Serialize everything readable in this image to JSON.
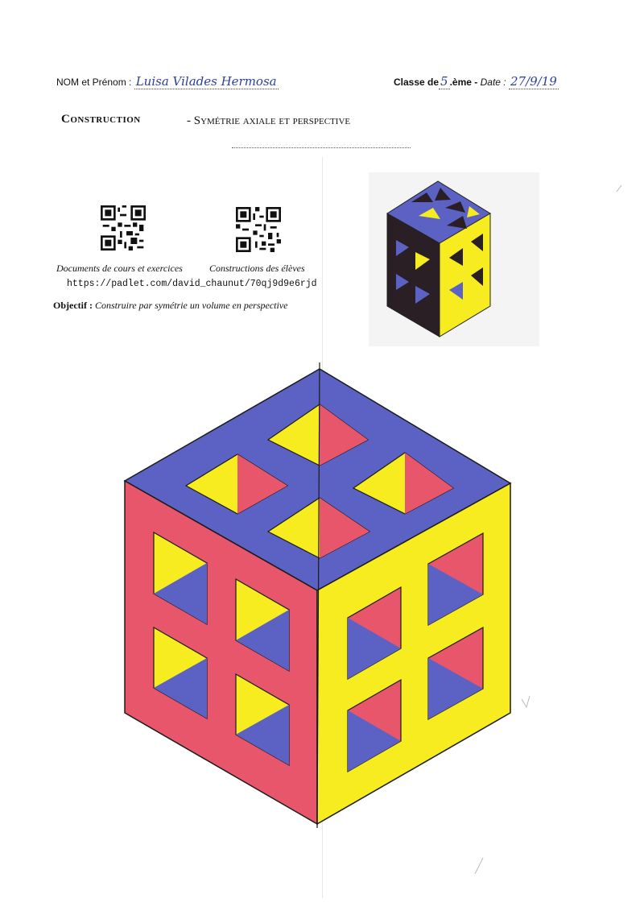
{
  "header": {
    "name_label": "NOM et Prénom :",
    "name_value": "Luisa Vilades Hermosa",
    "class_label": "Classe de",
    "class_value": "5",
    "class_suffix": ".ème -",
    "date_label": "Date :",
    "date_value": "27/9/19"
  },
  "title": "Construction",
  "subtitle": "- Symétrie axiale et perspective",
  "qr_codes": [
    {
      "icon": "qr-code-icon",
      "caption": "Documents de cours et exercices"
    },
    {
      "icon": "qr-code-icon",
      "caption": "Constructions des élèves"
    }
  ],
  "url": "https://padlet.com/david_chaunut/70qj9d9e6rjd",
  "objective": {
    "label": "Objectif :",
    "text": "Construire par symétrie un volume en perspective"
  },
  "colors": {
    "blue": "#5b62c4",
    "red": "#e8566c",
    "yellow": "#f6ec1f",
    "dark": "#2a1f24",
    "outline": "#1a1a1a"
  }
}
